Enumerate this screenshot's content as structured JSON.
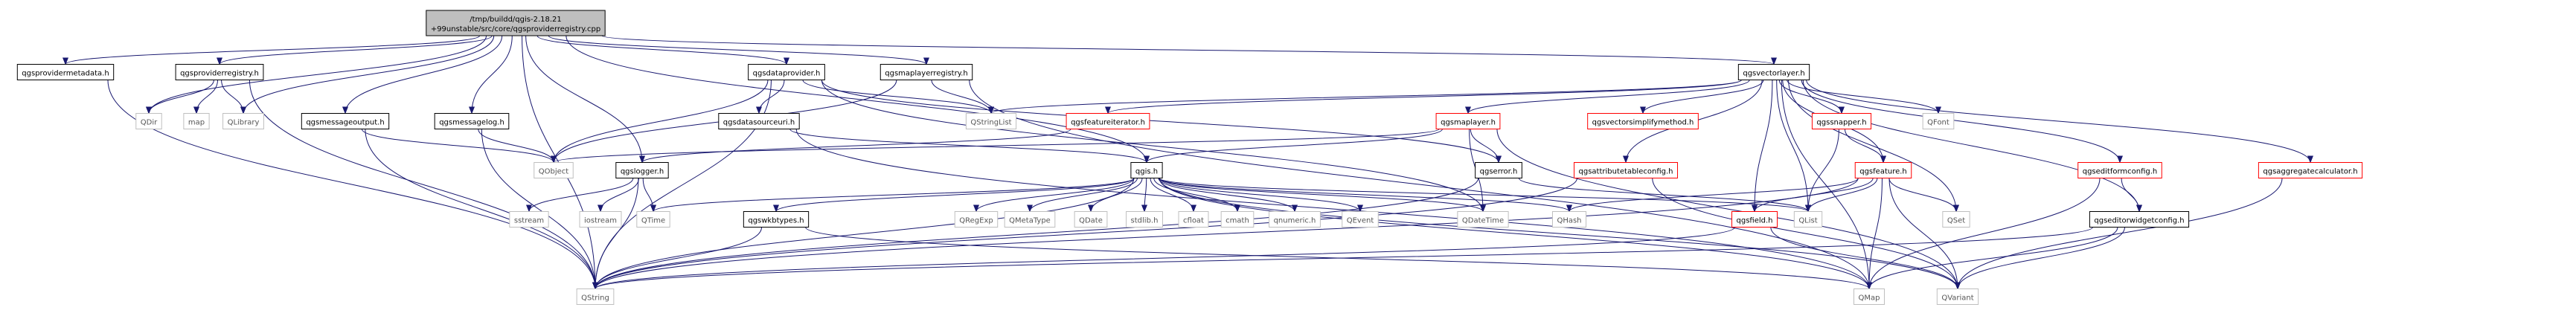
{
  "diagram": {
    "type": "include-dependency-graph",
    "colors": {
      "root_fill": "#bfbfbf",
      "node_border": "#000000",
      "missing_border": "#bfbfbf",
      "partial_border": "#ff0000",
      "text": "#000000",
      "text_missing": "#555555",
      "edge": "#191970"
    },
    "nodes": [
      {
        "id": "root",
        "lines": [
          "/tmp/buildd/qgis-2.18.21",
          "+99unstable/src/core/qgsproviderregistry.cpp"
        ],
        "style": "root"
      },
      {
        "id": "qgsprovidermetadata",
        "lines": [
          "qgsprovidermetadata.h"
        ],
        "style": "normal"
      },
      {
        "id": "qgsproviderregistry",
        "lines": [
          "qgsproviderregistry.h"
        ],
        "style": "normal"
      },
      {
        "id": "qgsdataprovider",
        "lines": [
          "qgsdataprovider.h"
        ],
        "style": "normal"
      },
      {
        "id": "qgsmaplayerregistry",
        "lines": [
          "qgsmaplayerregistry.h"
        ],
        "style": "normal"
      },
      {
        "id": "qgsvectorlayer",
        "lines": [
          "qgsvectorlayer.h"
        ],
        "style": "normal"
      },
      {
        "id": "QDir",
        "lines": [
          "QDir"
        ],
        "style": "missing"
      },
      {
        "id": "map",
        "lines": [
          "map"
        ],
        "style": "missing"
      },
      {
        "id": "QLibrary",
        "lines": [
          "QLibrary"
        ],
        "style": "missing"
      },
      {
        "id": "qgsmessageoutput",
        "lines": [
          "qgsmessageoutput.h"
        ],
        "style": "normal"
      },
      {
        "id": "qgsmessagelog",
        "lines": [
          "qgsmessagelog.h"
        ],
        "style": "normal"
      },
      {
        "id": "qgsdatasourceuri",
        "lines": [
          "qgsdatasourceuri.h"
        ],
        "style": "normal"
      },
      {
        "id": "QStringList",
        "lines": [
          "QStringList"
        ],
        "style": "missing"
      },
      {
        "id": "qgsfeatureiterator",
        "lines": [
          "qgsfeatureiterator.h"
        ],
        "style": "partial"
      },
      {
        "id": "qgsmaplayer",
        "lines": [
          "qgsmaplayer.h"
        ],
        "style": "partial"
      },
      {
        "id": "qgsvectorsimplifymethod",
        "lines": [
          "qgsvectorsimplifymethod.h"
        ],
        "style": "partial"
      },
      {
        "id": "qgssnapper",
        "lines": [
          "qgssnapper.h"
        ],
        "style": "partial"
      },
      {
        "id": "QFont",
        "lines": [
          "QFont"
        ],
        "style": "missing"
      },
      {
        "id": "qgsaggregatecalculator",
        "lines": [
          "qgsaggregatecalculator.h"
        ],
        "style": "partial"
      },
      {
        "id": "QObject",
        "lines": [
          "QObject"
        ],
        "style": "missing"
      },
      {
        "id": "qgslogger",
        "lines": [
          "qgslogger.h"
        ],
        "style": "normal"
      },
      {
        "id": "qgis",
        "lines": [
          "qgis.h"
        ],
        "style": "normal"
      },
      {
        "id": "qgserror",
        "lines": [
          "qgserror.h"
        ],
        "style": "normal"
      },
      {
        "id": "qgsattributetableconfig",
        "lines": [
          "qgsattributetableconfig.h"
        ],
        "style": "partial"
      },
      {
        "id": "qgsfeature",
        "lines": [
          "qgsfeature.h"
        ],
        "style": "partial"
      },
      {
        "id": "qgseditformconfig",
        "lines": [
          "qgseditformconfig.h"
        ],
        "style": "partial"
      },
      {
        "id": "sstream",
        "lines": [
          "sstream"
        ],
        "style": "missing"
      },
      {
        "id": "iostream",
        "lines": [
          "iostream"
        ],
        "style": "missing"
      },
      {
        "id": "QTime",
        "lines": [
          "QTime"
        ],
        "style": "missing"
      },
      {
        "id": "qgswkbtypes",
        "lines": [
          "qgswkbtypes.h"
        ],
        "style": "normal"
      },
      {
        "id": "QRegExp",
        "lines": [
          "QRegExp"
        ],
        "style": "missing"
      },
      {
        "id": "QMetaType",
        "lines": [
          "QMetaType"
        ],
        "style": "missing"
      },
      {
        "id": "QDate",
        "lines": [
          "QDate"
        ],
        "style": "missing"
      },
      {
        "id": "stdlib",
        "lines": [
          "stdlib.h"
        ],
        "style": "missing"
      },
      {
        "id": "cfloat",
        "lines": [
          "cfloat"
        ],
        "style": "missing"
      },
      {
        "id": "cmath",
        "lines": [
          "cmath"
        ],
        "style": "missing"
      },
      {
        "id": "qnumeric",
        "lines": [
          "qnumeric.h"
        ],
        "style": "missing"
      },
      {
        "id": "QEvent",
        "lines": [
          "QEvent"
        ],
        "style": "missing"
      },
      {
        "id": "QDateTime",
        "lines": [
          "QDateTime"
        ],
        "style": "missing"
      },
      {
        "id": "QHash",
        "lines": [
          "QHash"
        ],
        "style": "missing"
      },
      {
        "id": "qgsfield",
        "lines": [
          "qgsfield.h"
        ],
        "style": "partial"
      },
      {
        "id": "QList",
        "lines": [
          "QList"
        ],
        "style": "missing"
      },
      {
        "id": "QSet",
        "lines": [
          "QSet"
        ],
        "style": "missing"
      },
      {
        "id": "qgseditorwidgetconfig",
        "lines": [
          "qgseditorwidgetconfig.h"
        ],
        "style": "normal"
      },
      {
        "id": "QString",
        "lines": [
          "QString"
        ],
        "style": "missing"
      },
      {
        "id": "QMap",
        "lines": [
          "QMap"
        ],
        "style": "missing"
      },
      {
        "id": "QVariant",
        "lines": [
          "QVariant"
        ],
        "style": "missing"
      }
    ],
    "edges": [
      [
        "root",
        "qgsprovidermetadata"
      ],
      [
        "root",
        "qgsproviderregistry"
      ],
      [
        "root",
        "QDir"
      ],
      [
        "root",
        "QLibrary"
      ],
      [
        "root",
        "qgsmessageoutput"
      ],
      [
        "root",
        "qgsmessagelog"
      ],
      [
        "root",
        "qgslogger"
      ],
      [
        "root",
        "qgsdataprovider"
      ],
      [
        "root",
        "qgsmaplayerregistry"
      ],
      [
        "root",
        "qgsvectorlayer"
      ],
      [
        "root",
        "qgis"
      ],
      [
        "root",
        "QString"
      ],
      [
        "qgsprovidermetadata",
        "QString"
      ],
      [
        "qgsproviderregistry",
        "QDir"
      ],
      [
        "qgsproviderregistry",
        "map"
      ],
      [
        "qgsproviderregistry",
        "QLibrary"
      ],
      [
        "qgsproviderregistry",
        "QString"
      ],
      [
        "qgsmessageoutput",
        "QObject"
      ],
      [
        "qgsmessageoutput",
        "QString"
      ],
      [
        "qgsmessagelog",
        "QObject"
      ],
      [
        "qgsmessagelog",
        "QString"
      ],
      [
        "qgsdataprovider",
        "QObject"
      ],
      [
        "qgsdataprovider",
        "QString"
      ],
      [
        "qgsdataprovider",
        "QStringList"
      ],
      [
        "qgsdataprovider",
        "qgsdatasourceuri"
      ],
      [
        "qgsdataprovider",
        "qgserror"
      ],
      [
        "qgsdataprovider",
        "QDateTime"
      ],
      [
        "qgsmaplayerregistry",
        "QStringList"
      ],
      [
        "qgsmaplayerregistry",
        "QObject"
      ],
      [
        "qgsmaplayerregistry",
        "QMap"
      ],
      [
        "qgsdatasourceuri",
        "qgis"
      ],
      [
        "qgsdatasourceuri",
        "QMap"
      ],
      [
        "qgsvectorlayer",
        "QStringList"
      ],
      [
        "qgsvectorlayer",
        "qgsfeatureiterator"
      ],
      [
        "qgsvectorlayer",
        "qgsmaplayer"
      ],
      [
        "qgsvectorlayer",
        "qgsvectorsimplifymethod"
      ],
      [
        "qgsvectorlayer",
        "qgssnapper"
      ],
      [
        "qgsvectorlayer",
        "QFont"
      ],
      [
        "qgsvectorlayer",
        "qgsaggregatecalculator"
      ],
      [
        "qgsvectorlayer",
        "qgsattributetableconfig"
      ],
      [
        "qgsvectorlayer",
        "qgsfeature"
      ],
      [
        "qgsvectorlayer",
        "qgseditformconfig"
      ],
      [
        "qgsvectorlayer",
        "QSet"
      ],
      [
        "qgsvectorlayer",
        "QList"
      ],
      [
        "qgsvectorlayer",
        "qgsfield"
      ],
      [
        "qgsvectorlayer",
        "qgseditorwidgetconfig"
      ],
      [
        "qgsvectorlayer",
        "QMap"
      ],
      [
        "qgsfeatureiterator",
        "qgslogger"
      ],
      [
        "qgsmaplayer",
        "qgis"
      ],
      [
        "qgsmaplayer",
        "qgserror"
      ],
      [
        "qgsmaplayer",
        "QDateTime"
      ],
      [
        "qgsmaplayer",
        "QVariant"
      ],
      [
        "qgsmaplayer",
        "QObject"
      ],
      [
        "qgssnapper",
        "qgsfeature"
      ],
      [
        "qgssnapper",
        "QList"
      ],
      [
        "qgslogger",
        "sstream"
      ],
      [
        "qgslogger",
        "iostream"
      ],
      [
        "qgslogger",
        "QTime"
      ],
      [
        "qgslogger",
        "QString"
      ],
      [
        "qgis",
        "QTime"
      ],
      [
        "qgis",
        "qgswkbtypes"
      ],
      [
        "qgis",
        "QRegExp"
      ],
      [
        "qgis",
        "QMetaType"
      ],
      [
        "qgis",
        "QDate"
      ],
      [
        "qgis",
        "stdlib"
      ],
      [
        "qgis",
        "cfloat"
      ],
      [
        "qgis",
        "cmath"
      ],
      [
        "qgis",
        "qnumeric"
      ],
      [
        "qgis",
        "QEvent"
      ],
      [
        "qgis",
        "QDateTime"
      ],
      [
        "qgis",
        "QHash"
      ],
      [
        "qgis",
        "QList"
      ],
      [
        "qgis",
        "QString"
      ],
      [
        "qgis",
        "QMap"
      ],
      [
        "qgis",
        "QVariant"
      ],
      [
        "qgswkbtypes",
        "QString"
      ],
      [
        "qgswkbtypes",
        "QMap"
      ],
      [
        "qgserror",
        "QList"
      ],
      [
        "qgserror",
        "QString"
      ],
      [
        "qgsattributetableconfig",
        "QString"
      ],
      [
        "qgsattributetableconfig",
        "QVariant"
      ],
      [
        "qgsfeature",
        "qgsfield"
      ],
      [
        "qgsfeature",
        "QHash"
      ],
      [
        "qgsfeature",
        "QList"
      ],
      [
        "qgsfeature",
        "QSet"
      ],
      [
        "qgsfeature",
        "QMap"
      ],
      [
        "qgsfeature",
        "QVariant"
      ],
      [
        "qgsfeature",
        "QString"
      ],
      [
        "qgsfield",
        "QString"
      ],
      [
        "qgsfield",
        "QVariant"
      ],
      [
        "qgseditformconfig",
        "qgseditorwidgetconfig"
      ],
      [
        "qgseditformconfig",
        "QMap"
      ],
      [
        "qgseditorwidgetconfig",
        "QString"
      ],
      [
        "qgseditorwidgetconfig",
        "QVariant"
      ],
      [
        "qgseditorwidgetconfig",
        "QMap"
      ],
      [
        "qgsaggregatecalculator",
        "QVariant"
      ]
    ]
  }
}
